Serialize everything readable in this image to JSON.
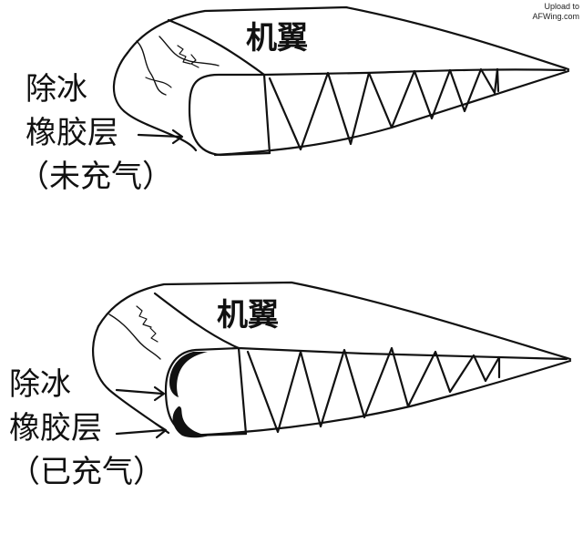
{
  "watermark": {
    "line1": "Upload to",
    "line2": "AFWing.com"
  },
  "top_diagram": {
    "title": "机翼",
    "side_label": {
      "line1": "除冰",
      "line2": "橡胶层",
      "line3": "（未充气）"
    }
  },
  "bottom_diagram": {
    "title": "机翼",
    "side_label": {
      "line1": "除冰",
      "line2": "橡胶层",
      "line3": "（已充气）"
    }
  },
  "colors": {
    "ink": "#111111",
    "background": "#ffffff"
  }
}
